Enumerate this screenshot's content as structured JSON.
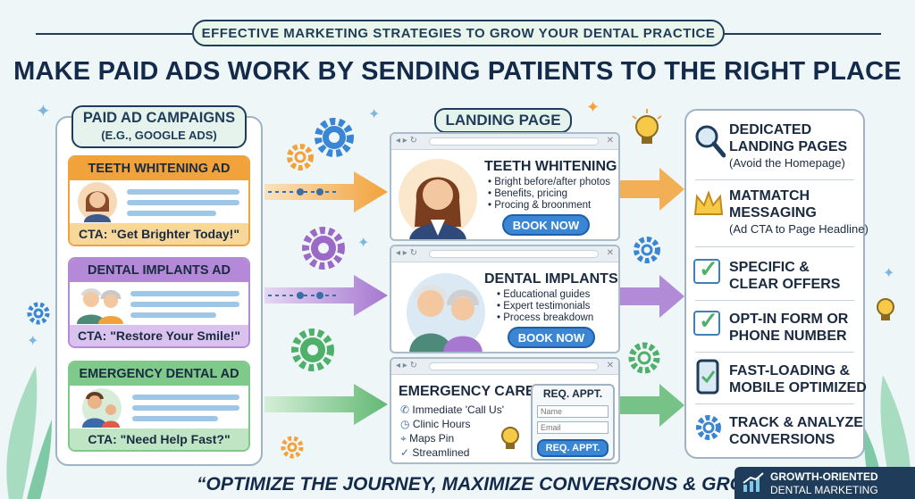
{
  "banner": "EFFECTIVE MARKETING STRATEGIES TO GROW YOUR DENTAL PRACTICE",
  "headline": "MAKE PAID ADS WORK BY SENDING PATIENTS TO THE RIGHT PLACE",
  "ads_panel": {
    "title": "PAID AD CAMPAIGNS",
    "subtitle": "(E.G., GOOGLE ADS)",
    "ads": [
      {
        "title": "TEETH WHITENING AD",
        "cta": "CTA: \"Get Brighter Today!\"",
        "color": "#f2a23a",
        "cta_bg": "#f7d79a"
      },
      {
        "title": "DENTAL IMPLANTS AD",
        "cta": "CTA: \"Restore Your Smile!\"",
        "color": "#b48ad8",
        "cta_bg": "#d9c2ee"
      },
      {
        "title": "EMERGENCY DENTAL AD",
        "cta": "CTA: \"Need Help Fast?\"",
        "color": "#7fca8a",
        "cta_bg": "#bfe5c4"
      }
    ]
  },
  "landing": {
    "label": "LANDING PAGE",
    "pages": [
      {
        "title": "TEETH WHITENING",
        "bullets": [
          "Bright before/after photos",
          "Benefits, pricing",
          "Procing & broonment"
        ],
        "button": "BOOK NOW"
      },
      {
        "title": "DENTAL IMPLANTS",
        "bullets": [
          "Educational guides",
          "Expert testimonials",
          "Process breakdown"
        ],
        "button": "BOOK NOW"
      },
      {
        "title": "EMERGENCY CARE",
        "bullets": [
          "Immediate 'Call Us'",
          "Clinic Hours",
          "Maps Pin",
          "Streamlined"
        ],
        "form": {
          "title": "REQ. APPT.",
          "name_placeholder": "Name",
          "email_placeholder": "Email",
          "button": "REQ. APPT."
        }
      }
    ]
  },
  "tips": [
    {
      "title": "DEDICATED\nLANDING PAGES",
      "note": "(Avoid the Homepage)",
      "icon": "magnifier-icon"
    },
    {
      "title": "MATMATCH\nMESSAGING",
      "note": "(Ad CTA to Page Headline)",
      "icon": "crown-icon"
    },
    {
      "title": "SPECIFIC &\nCLEAR OFFERS",
      "note": "",
      "icon": "checkbox-icon"
    },
    {
      "title": "OPT-IN FORM OR\nPHONE NUMBER",
      "note": "",
      "icon": "checkbox-icon"
    },
    {
      "title": "FAST-LOADING &\nMOBILE OPTIMIZED",
      "note": "",
      "icon": "mobile-check-icon"
    },
    {
      "title": "TRACK & ANALYZE\nCONVERSIONS",
      "note": "",
      "icon": "gear-icon"
    }
  ],
  "footer": "“OPTIMIZE THE JOURNEY, MAXIMIZE CONVERSIONS & GROW.”",
  "brand": {
    "line1": "GROWTH-ORIENTED",
    "line2": "DENTAL MARKETING"
  }
}
